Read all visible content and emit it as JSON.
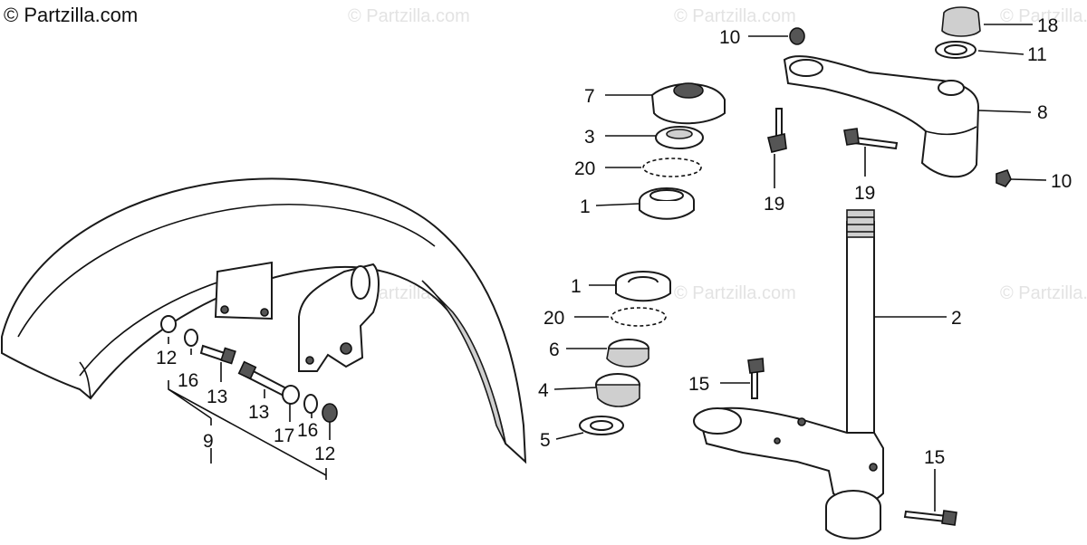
{
  "copyright": "© Partzilla.com",
  "watermark": "© Partzilla.com",
  "callouts": {
    "c1a": "1",
    "c1b": "1",
    "c2": "2",
    "c3": "3",
    "c4": "4",
    "c5": "5",
    "c6": "6",
    "c7": "7",
    "c8": "8",
    "c9": "9",
    "c10a": "10",
    "c10b": "10",
    "c11": "11",
    "c12a": "12",
    "c12b": "12",
    "c13a": "13",
    "c13b": "13",
    "c15a": "15",
    "c15b": "15",
    "c16a": "16",
    "c16b": "16",
    "c17": "17",
    "c18": "18",
    "c19a": "19",
    "c19b": "19",
    "c20a": "20",
    "c20b": "20"
  }
}
